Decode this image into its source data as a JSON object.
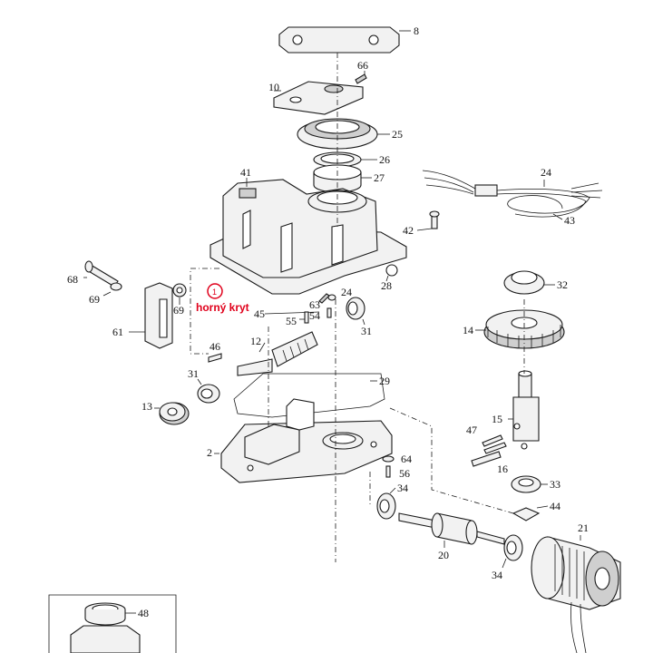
{
  "callouts": {
    "c8": "8",
    "c66": "66",
    "c10": "10",
    "c25": "25",
    "c26": "26",
    "c27": "27",
    "c41": "41",
    "c24a": "24",
    "c43": "43",
    "c42": "42",
    "c32": "32",
    "c14": "14",
    "c68": "68",
    "c69a": "69",
    "c69b": "69",
    "c61": "61",
    "c28": "28",
    "c63": "63",
    "c24b": "24",
    "c54": "54",
    "c45": "45",
    "c55": "55",
    "c31a": "31",
    "c12": "12",
    "c46": "46",
    "c31b": "31",
    "c29": "29",
    "c13": "13",
    "c15": "15",
    "c47": "47",
    "c16": "16",
    "c2": "2",
    "c64": "64",
    "c56": "56",
    "c33": "33",
    "c34a": "34",
    "c44": "44",
    "c21": "21",
    "c20": "20",
    "c34b": "34",
    "c48": "48"
  },
  "annotation": {
    "number": "1",
    "label": "horný kryt",
    "color": "#e0001b"
  }
}
